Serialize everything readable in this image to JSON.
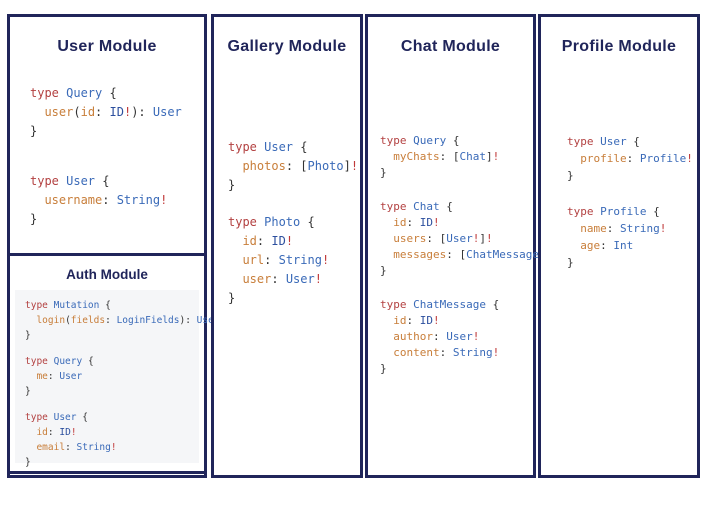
{
  "colors": {
    "border": "#20255a",
    "title": "#20255a",
    "keyword_red": "#b34141",
    "type_blue": "#3a6ab8",
    "id_type_blue": "#2c4f9e",
    "field_orange": "#c87e3a",
    "punctuation": "#333333",
    "bang_red": "#c03a3a",
    "auth_code_bg": "#f5f6f8"
  },
  "panels": [
    {
      "title": "User Module",
      "blocks": [
        [
          [
            [
              "kw",
              "type "
            ],
            [
              "typ",
              "Query "
            ],
            [
              "pun",
              "{"
            ]
          ],
          [
            [
              "pun",
              "  "
            ],
            [
              "fld",
              "user"
            ],
            [
              "pun",
              "("
            ],
            [
              "fld",
              "id"
            ],
            [
              "pun",
              ": "
            ],
            [
              "idt",
              "ID"
            ],
            [
              "bang",
              "!"
            ],
            [
              "pun",
              "): "
            ],
            [
              "typ",
              "User"
            ]
          ],
          [
            [
              "pun",
              "}"
            ]
          ]
        ],
        [
          [
            [
              "kw",
              "type "
            ],
            [
              "typ",
              "User "
            ],
            [
              "pun",
              "{"
            ]
          ],
          [
            [
              "pun",
              "  "
            ],
            [
              "fld",
              "username"
            ],
            [
              "pun",
              ": "
            ],
            [
              "typ",
              "String"
            ],
            [
              "bang",
              "!"
            ]
          ],
          [
            [
              "pun",
              "}"
            ]
          ]
        ]
      ],
      "auth": {
        "title": "Auth Module",
        "blocks": [
          [
            [
              [
                "kw",
                "type "
              ],
              [
                "typ",
                "Mutation "
              ],
              [
                "pun",
                "{"
              ]
            ],
            [
              [
                "pun",
                "  "
              ],
              [
                "fld",
                "login"
              ],
              [
                "pun",
                "("
              ],
              [
                "fld",
                "fields"
              ],
              [
                "pun",
                ": "
              ],
              [
                "typ",
                "LoginFields"
              ],
              [
                "pun",
                "): "
              ],
              [
                "typ",
                "User"
              ]
            ],
            [
              [
                "pun",
                "}"
              ]
            ]
          ],
          [
            [
              [
                "kw",
                "type "
              ],
              [
                "typ",
                "Query "
              ],
              [
                "pun",
                "{"
              ]
            ],
            [
              [
                "pun",
                "  "
              ],
              [
                "fld",
                "me"
              ],
              [
                "pun",
                ": "
              ],
              [
                "typ",
                "User"
              ]
            ],
            [
              [
                "pun",
                "}"
              ]
            ]
          ],
          [
            [
              [
                "kw",
                "type "
              ],
              [
                "typ",
                "User "
              ],
              [
                "pun",
                "{"
              ]
            ],
            [
              [
                "pun",
                "  "
              ],
              [
                "fld",
                "id"
              ],
              [
                "pun",
                ": "
              ],
              [
                "idt",
                "ID"
              ],
              [
                "bang",
                "!"
              ]
            ],
            [
              [
                "pun",
                "  "
              ],
              [
                "fld",
                "email"
              ],
              [
                "pun",
                ": "
              ],
              [
                "typ",
                "String"
              ],
              [
                "bang",
                "!"
              ]
            ],
            [
              [
                "pun",
                "}"
              ]
            ]
          ]
        ]
      }
    },
    {
      "title": "Gallery Module",
      "blocks": [
        [
          [
            [
              "kw",
              "type "
            ],
            [
              "typ",
              "User "
            ],
            [
              "pun",
              "{"
            ]
          ],
          [
            [
              "pun",
              "  "
            ],
            [
              "fld",
              "photos"
            ],
            [
              "pun",
              ": ["
            ],
            [
              "typ",
              "Photo"
            ],
            [
              "pun",
              "]"
            ],
            [
              "bang",
              "!"
            ]
          ],
          [
            [
              "pun",
              "}"
            ]
          ]
        ],
        [
          [
            [
              "kw",
              "type "
            ],
            [
              "typ",
              "Photo "
            ],
            [
              "pun",
              "{"
            ]
          ],
          [
            [
              "pun",
              "  "
            ],
            [
              "fld",
              "id"
            ],
            [
              "pun",
              ": "
            ],
            [
              "idt",
              "ID"
            ],
            [
              "bang",
              "!"
            ]
          ],
          [
            [
              "pun",
              "  "
            ],
            [
              "fld",
              "url"
            ],
            [
              "pun",
              ": "
            ],
            [
              "typ",
              "String"
            ],
            [
              "bang",
              "!"
            ]
          ],
          [
            [
              "pun",
              "  "
            ],
            [
              "fld",
              "user"
            ],
            [
              "pun",
              ": "
            ],
            [
              "typ",
              "User"
            ],
            [
              "bang",
              "!"
            ]
          ],
          [
            [
              "pun",
              "}"
            ]
          ]
        ]
      ]
    },
    {
      "title": "Chat Module",
      "blocks": [
        [
          [
            [
              "kw",
              "type "
            ],
            [
              "typ",
              "Query "
            ],
            [
              "pun",
              "{"
            ]
          ],
          [
            [
              "pun",
              "  "
            ],
            [
              "fld",
              "myChats"
            ],
            [
              "pun",
              ": ["
            ],
            [
              "typ",
              "Chat"
            ],
            [
              "pun",
              "]"
            ],
            [
              "bang",
              "!"
            ]
          ],
          [
            [
              "pun",
              "}"
            ]
          ]
        ],
        [
          [
            [
              "kw",
              "type "
            ],
            [
              "typ",
              "Chat "
            ],
            [
              "pun",
              "{"
            ]
          ],
          [
            [
              "pun",
              "  "
            ],
            [
              "fld",
              "id"
            ],
            [
              "pun",
              ": "
            ],
            [
              "idt",
              "ID"
            ],
            [
              "bang",
              "!"
            ]
          ],
          [
            [
              "pun",
              "  "
            ],
            [
              "fld",
              "users"
            ],
            [
              "pun",
              ": ["
            ],
            [
              "typ",
              "User"
            ],
            [
              "bang",
              "!"
            ],
            [
              "pun",
              "]"
            ],
            [
              "bang",
              "!"
            ]
          ],
          [
            [
              "pun",
              "  "
            ],
            [
              "fld",
              "messages"
            ],
            [
              "pun",
              ": ["
            ],
            [
              "typ",
              "ChatMessage"
            ],
            [
              "pun",
              "]"
            ],
            [
              "bang",
              "!"
            ]
          ],
          [
            [
              "pun",
              "}"
            ]
          ]
        ],
        [
          [
            [
              "kw",
              "type "
            ],
            [
              "typ",
              "ChatMessage "
            ],
            [
              "pun",
              "{"
            ]
          ],
          [
            [
              "pun",
              "  "
            ],
            [
              "fld",
              "id"
            ],
            [
              "pun",
              ": "
            ],
            [
              "idt",
              "ID"
            ],
            [
              "bang",
              "!"
            ]
          ],
          [
            [
              "pun",
              "  "
            ],
            [
              "fld",
              "author"
            ],
            [
              "pun",
              ": "
            ],
            [
              "typ",
              "User"
            ],
            [
              "bang",
              "!"
            ]
          ],
          [
            [
              "pun",
              "  "
            ],
            [
              "fld",
              "content"
            ],
            [
              "pun",
              ": "
            ],
            [
              "typ",
              "String"
            ],
            [
              "bang",
              "!"
            ]
          ],
          [
            [
              "pun",
              "}"
            ]
          ]
        ]
      ]
    },
    {
      "title": "Profile Module",
      "blocks": [
        [
          [
            [
              "kw",
              "type "
            ],
            [
              "typ",
              "User "
            ],
            [
              "pun",
              "{"
            ]
          ],
          [
            [
              "pun",
              "  "
            ],
            [
              "fld",
              "profile"
            ],
            [
              "pun",
              ": "
            ],
            [
              "typ",
              "Profile"
            ],
            [
              "bang",
              "!"
            ]
          ],
          [
            [
              "pun",
              "}"
            ]
          ]
        ],
        [
          [
            [
              "kw",
              "type "
            ],
            [
              "typ",
              "Profile "
            ],
            [
              "pun",
              "{"
            ]
          ],
          [
            [
              "pun",
              "  "
            ],
            [
              "fld",
              "name"
            ],
            [
              "pun",
              ": "
            ],
            [
              "typ",
              "String"
            ],
            [
              "bang",
              "!"
            ]
          ],
          [
            [
              "pun",
              "  "
            ],
            [
              "fld",
              "age"
            ],
            [
              "pun",
              ": "
            ],
            [
              "typ",
              "Int"
            ]
          ],
          [
            [
              "pun",
              "}"
            ]
          ]
        ]
      ]
    }
  ]
}
